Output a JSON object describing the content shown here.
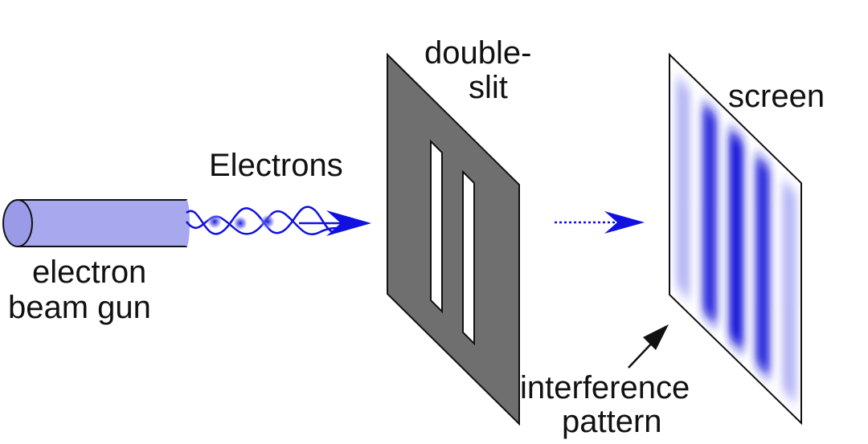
{
  "labels": {
    "gun_line1": "electron",
    "gun_line2": "beam gun",
    "electrons": "Electrons",
    "slit_line1": "double-",
    "slit_line2": "slit",
    "screen": "screen",
    "pattern_line1": "interference",
    "pattern_line2": "pattern"
  },
  "colors": {
    "beam": "#1010e0",
    "gun_body": "#a8a8ef",
    "gun_cap": "#9a9ae8",
    "slit_plate": "#6f6f6f",
    "fringe_strong": "#1818d8",
    "fringe_weak": "#8a8af0"
  },
  "fringes": {
    "intensities": [
      0.4,
      0.85,
      1.0,
      0.85,
      0.4
    ]
  }
}
